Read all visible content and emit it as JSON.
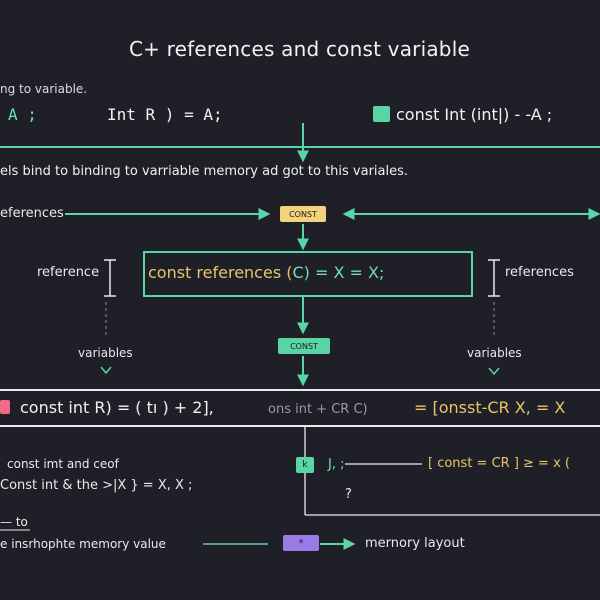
{
  "title": "C+ references and const variable",
  "row1": {
    "left_label": "ng to variable.",
    "left_code": "A ;",
    "mid_code": "Int R ) = A;",
    "right_code": "const Int (int|) - -A ;"
  },
  "explanation": "els bind to binding to varriable memory  ad got to this variales.",
  "arrow_row": {
    "left_label": "eferences",
    "center_tag": "CONST"
  },
  "center_box": {
    "left_label": "reference",
    "code_prefix": "const references (",
    "code_c": "C",
    "code_suffix": ") = X = X;",
    "right_label": "references"
  },
  "variables_row": {
    "left_label": "variables",
    "right_label": "variables",
    "center_tag": "CONST"
  },
  "wide_box": {
    "code_a": "const int R) = ( tı ) + 2],",
    "code_b": "ons int + CR C)",
    "code_c": "= [onsst-CR X, = X"
  },
  "lower_left": {
    "line1": "const imt and ceof",
    "line2": "Const int & the >|X } = X, X ;",
    "line3": "— to",
    "line4": "e insrhophte memory value"
  },
  "lower_right": {
    "tag": "k",
    "code_a": "J, ;",
    "code_b": "[ const = CR ] ≥ = x (",
    "q": "?"
  },
  "bottom": {
    "tag": "*",
    "label": "mernory layout"
  },
  "colors": {
    "background": "#1f1f27",
    "accent_green": "#58d6a6",
    "accent_yellow": "#f1d37c",
    "accent_lilac": "#9b7ae6",
    "accent_pink": "#f06b8a"
  }
}
